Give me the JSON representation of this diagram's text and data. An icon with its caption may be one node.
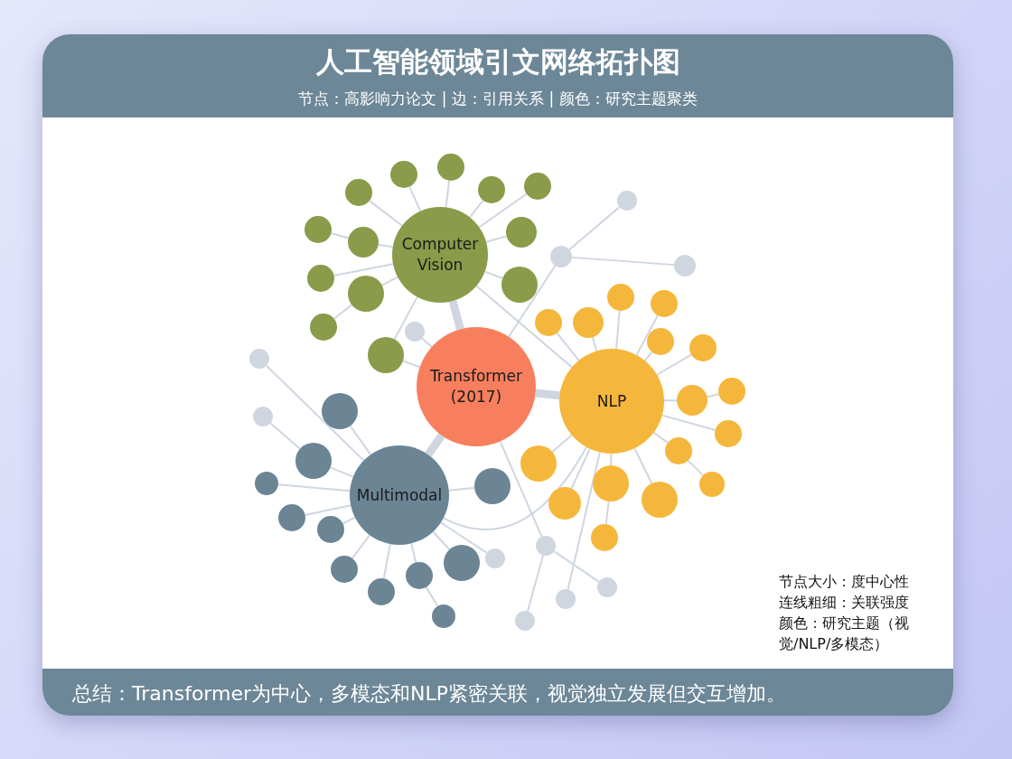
{
  "diagram": {
    "title": "人工智能领域引文网络拓扑图",
    "caption": "总结：Transformer为中心，多模态和NLP紧密关联，视觉独立发展但交互增加。",
    "nodes": [
      {
        "text": [
          "Computer Vision"
        ]
      },
      {
        "text": [
          "Transformer (2017)"
        ]
      },
      {
        "text": [
          "NLP"
        ]
      },
      {
        "text": [
          "Multimodal"
        ]
      },
      {
        "text": [],
        "shape": "circle"
      },
      {
        "text": [],
        "shape": "circle"
      },
      {
        "text": [],
        "shape": "circle"
      },
      {
        "text": [],
        "shape": "circle"
      },
      {
        "text": [],
        "shape": "circle"
      },
      {
        "text": [],
        "shape": "circle"
      },
      {
        "text": [],
        "shape": "circle"
      },
      {
        "text": [],
        "shape": "circle"
      },
      {
        "text": [],
        "shape": "circle"
      },
      {
        "text": [],
        "shape": "circle"
      },
      {
        "text": [],
        "shape": "circle"
      },
      {
        "text": [],
        "shape": "circle"
      },
      {
        "text": [],
        "shape": "circle"
      },
      {
        "text": [],
        "shape": "circle"
      },
      {
        "text": [],
        "shape": "circle"
      },
      {
        "text": [],
        "shape": "circle"
      },
      {
        "text": [],
        "shape": "circle"
      },
      {
        "text": [],
        "shape": "circle"
      },
      {
        "text": [],
        "shape": "circle"
      },
      {
        "text": [],
        "shape": "circle"
      },
      {
        "text": [],
        "shape": "circle"
      },
      {
        "text": [],
        "shape": "circle"
      },
      {
        "text": [],
        "shape": "circle"
      },
      {
        "text": [],
        "shape": "circle"
      },
      {
        "text": [],
        "shape": "circle"
      },
      {
        "text": [],
        "shape": "circle"
      },
      {
        "text": [],
        "shape": "circle"
      },
      {
        "text": [],
        "shape": "circle"
      },
      {
        "text": [],
        "shape": "circle"
      },
      {
        "text": [],
        "shape": "circle"
      },
      {
        "text": [],
        "shape": "circle"
      },
      {
        "text": [],
        "shape": "circle"
      },
      {
        "text": [],
        "shape": "circle"
      },
      {
        "text": [],
        "shape": "circle"
      },
      {
        "text": [],
        "shape": "circle"
      },
      {
        "text": [],
        "shape": "circle"
      },
      {
        "text": [],
        "shape": "circle"
      },
      {
        "text": [],
        "shape": "circle"
      },
      {
        "text": [],
        "shape": "circle"
      },
      {
        "text": [],
        "shape": "circle"
      },
      {
        "text": [],
        "shape": "circle"
      },
      {
        "text": [],
        "shape": "circle"
      },
      {
        "text": [],
        "shape": "circle"
      },
      {
        "text": [],
        "shape": "circle"
      },
      {
        "text": [],
        "shape": "circle"
      },
      {
        "text": [],
        "shape": "circle"
      },
      {
        "text": [],
        "shape": "circle"
      },
      {
        "text": [],
        "shape": "circle"
      },
      {
        "text": [],
        "shape": "circle"
      },
      {
        "text": [],
        "shape": "circle"
      },
      {
        "text": [],
        "shape": "circle"
      }
    ],
    "edges": [
      {
        "from": 1,
        "to": 0,
        "arrow": "none",
        "style": "thick"
      },
      {
        "from": 1,
        "to": 2,
        "arrow": "none",
        "style": "thick"
      },
      {
        "from": 1,
        "to": 3,
        "arrow": "none",
        "style": "thick"
      },
      {
        "from": 3,
        "to": 2,
        "arrow": "none"
      },
      {
        "from": 0,
        "to": 2,
        "arrow": "none"
      },
      {
        "from": 0,
        "to": 4,
        "arrow": "none"
      },
      {
        "from": 0,
        "to": 5,
        "arrow": "none"
      },
      {
        "from": 0,
        "to": 6,
        "arrow": "none"
      },
      {
        "from": 0,
        "to": 7,
        "arrow": "none"
      },
      {
        "from": 0,
        "to": 8,
        "arrow": "none"
      },
      {
        "from": 10,
        "to": 9,
        "arrow": "none"
      },
      {
        "from": 0,
        "to": 10,
        "arrow": "none"
      },
      {
        "from": 0,
        "to": 11,
        "arrow": "none"
      },
      {
        "from": 0,
        "to": 12,
        "arrow": "none"
      },
      {
        "from": 0,
        "to": 13,
        "arrow": "none"
      },
      {
        "from": 0,
        "to": 14,
        "arrow": "none"
      },
      {
        "from": 13,
        "to": 15,
        "arrow": "none"
      },
      {
        "from": 0,
        "to": 16,
        "arrow": "none"
      },
      {
        "from": 2,
        "to": 17,
        "arrow": "none"
      },
      {
        "from": 2,
        "to": 18,
        "arrow": "none"
      },
      {
        "from": 2,
        "to": 19,
        "arrow": "none"
      },
      {
        "from": 2,
        "to": 20,
        "arrow": "none"
      },
      {
        "from": 2,
        "to": 21,
        "arrow": "none"
      },
      {
        "from": 2,
        "to": 22,
        "arrow": "none"
      },
      {
        "from": 2,
        "to": 23,
        "arrow": "none"
      },
      {
        "from": 23,
        "to": 24,
        "arrow": "none"
      },
      {
        "from": 2,
        "to": 25,
        "arrow": "none"
      },
      {
        "from": 2,
        "to": 26,
        "arrow": "none"
      },
      {
        "from": 2,
        "to": 27,
        "arrow": "none"
      },
      {
        "from": 2,
        "to": 28,
        "arrow": "none"
      },
      {
        "from": 2,
        "to": 29,
        "arrow": "none"
      },
      {
        "from": 2,
        "to": 30,
        "arrow": "none"
      },
      {
        "from": 26,
        "to": 31,
        "arrow": "none"
      },
      {
        "from": 28,
        "to": 32,
        "arrow": "none"
      },
      {
        "from": 3,
        "to": 33,
        "arrow": "none"
      },
      {
        "from": 3,
        "to": 34,
        "arrow": "none"
      },
      {
        "from": 3,
        "to": 35,
        "arrow": "none"
      },
      {
        "from": 3,
        "to": 36,
        "arrow": "none"
      },
      {
        "from": 3,
        "to": 37,
        "arrow": "none"
      },
      {
        "from": 3,
        "to": 38,
        "arrow": "none"
      },
      {
        "from": 3,
        "to": 39,
        "arrow": "none"
      },
      {
        "from": 3,
        "to": 40,
        "arrow": "none"
      },
      {
        "from": 3,
        "to": 41,
        "arrow": "none"
      },
      {
        "from": 3,
        "to": 42,
        "arrow": "none"
      },
      {
        "from": 41,
        "to": 43,
        "arrow": "none"
      },
      {
        "from": 44,
        "to": 46,
        "arrow": "none"
      },
      {
        "from": 45,
        "to": 46,
        "arrow": "none"
      },
      {
        "from": 46,
        "to": 1,
        "arrow": "none"
      },
      {
        "from": 47,
        "to": 1,
        "arrow": "none"
      },
      {
        "from": 48,
        "to": 3,
        "arrow": "none"
      },
      {
        "from": 49,
        "to": 34,
        "arrow": "none"
      },
      {
        "from": 50,
        "to": 1,
        "arrow": "none"
      },
      {
        "from": 51,
        "to": 3,
        "arrow": "none"
      },
      {
        "from": 52,
        "to": 2,
        "arrow": "none"
      },
      {
        "from": 53,
        "to": 50,
        "arrow": "none"
      },
      {
        "from": 54,
        "to": 50,
        "arrow": "none"
      },
      {
        "from": 16,
        "to": 1,
        "arrow": "none"
      }
    ],
    "labels": [
      "节点：高影响力论文 | 边：引用关系 | 颜色：研究主题聚类",
      "节点大小：度中心性",
      "连线粗细：关联强度",
      "颜色：研究主题（视觉/NLP/多模态）"
    ]
  }
}
